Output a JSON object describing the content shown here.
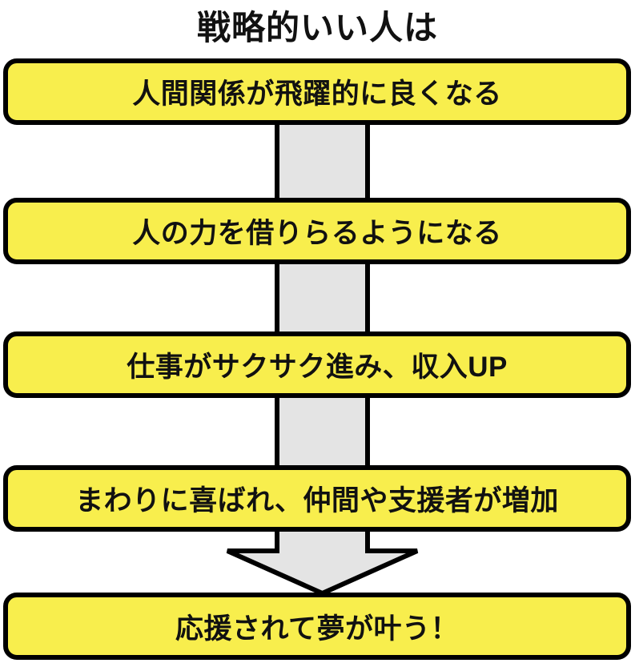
{
  "title": "戦略的いい人は",
  "flow": {
    "steps": [
      {
        "label": "人間関係が飛躍的に良くなる"
      },
      {
        "label": "人の力を借りらるようになる"
      },
      {
        "label": "仕事がサクサク進み、収入UP"
      },
      {
        "label": "まわりに喜ばれ、仲間や支援者が増加"
      },
      {
        "label": "応援されて夢が叶う！"
      }
    ],
    "connector": "down-arrow"
  },
  "colors": {
    "background": "#FFFFFF",
    "box-fill": "#F8EE4D",
    "box-border": "#000000",
    "arrow-fill": "#E4E4E4",
    "arrow-border": "#000000",
    "text": "#111111"
  }
}
